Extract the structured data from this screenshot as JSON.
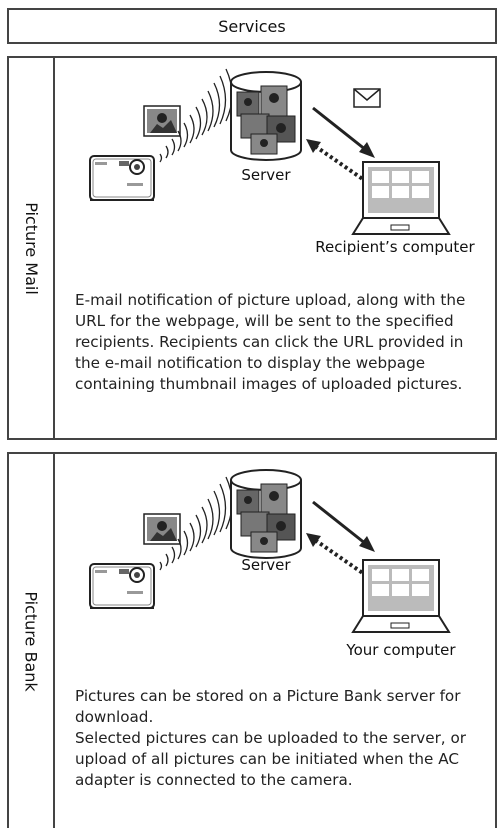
{
  "header": {
    "title": "Services"
  },
  "picture_mail": {
    "side_label": "Picture Mail",
    "server_label": "Server",
    "recipient_label": "Recipient’s computer",
    "description": "E-mail notification of picture upload, along with the URL for the webpage, will be sent to the specified recipients. Recipients can click the URL provided in the e-mail notification to display the webpage containing thumbnail images of uploaded pictures."
  },
  "picture_bank": {
    "side_label": "Picture Bank",
    "server_label": "Server",
    "computer_label": "Your computer",
    "description_1": "Pictures can be stored on a Picture Bank server for download.",
    "description_2": "Selected pictures can be uploaded to the server, or upload of all pictures can be initiated when the AC adapter is connected to the camera."
  },
  "icons": [
    "camera-icon",
    "photo-icon",
    "wireless-signal-icon",
    "server-icon",
    "envelope-icon",
    "laptop-icon",
    "upload-arrow-icon",
    "download-arrow-icon"
  ]
}
